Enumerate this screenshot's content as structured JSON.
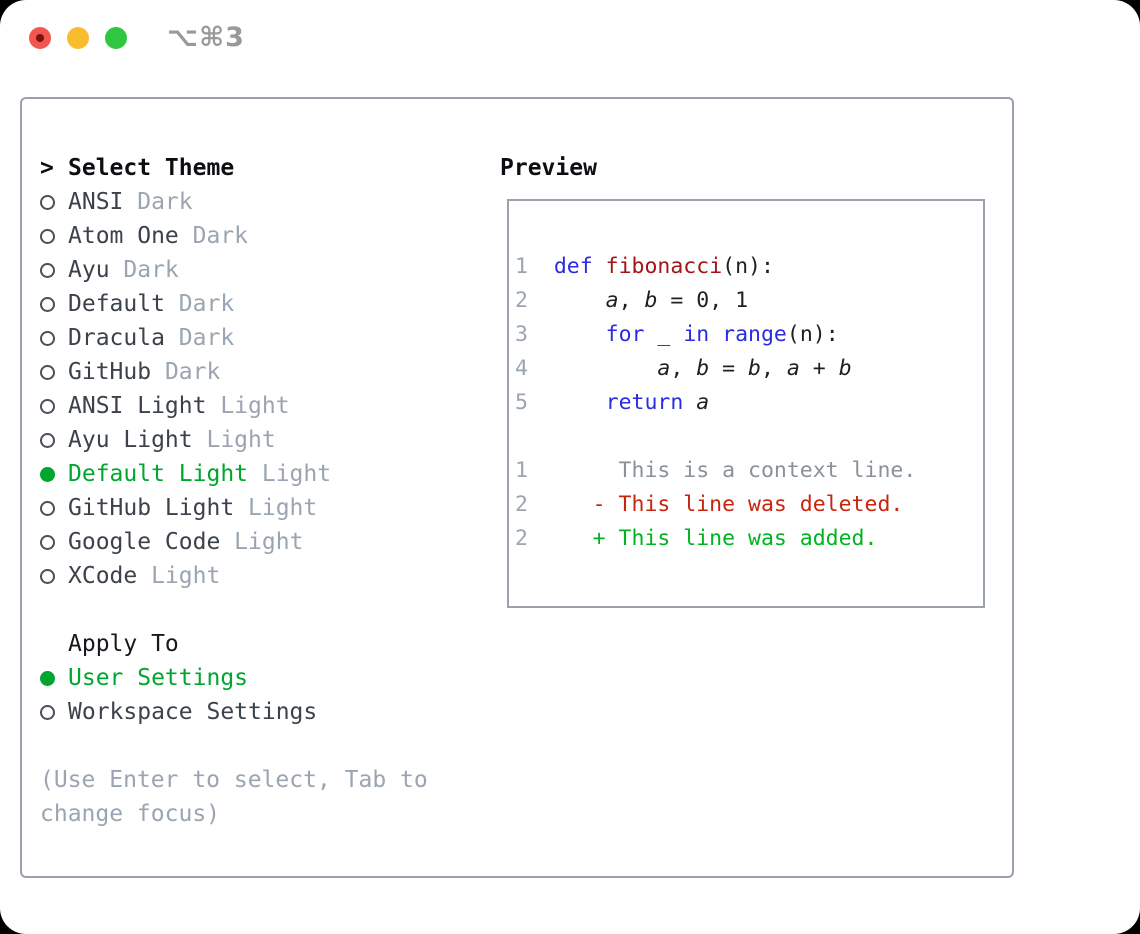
{
  "window": {
    "title": "⌥⌘3",
    "traffic_colors": {
      "close": "#f3564f",
      "minimize": "#f9bc2e",
      "zoom": "#2ec73f"
    }
  },
  "theme_picker": {
    "header": {
      "prompt": ">",
      "label": "Select Theme"
    },
    "items": [
      {
        "name": "ANSI",
        "tag": "Dark",
        "selected": false
      },
      {
        "name": "Atom One",
        "tag": "Dark",
        "selected": false
      },
      {
        "name": "Ayu",
        "tag": "Dark",
        "selected": false
      },
      {
        "name": "Default",
        "tag": "Dark",
        "selected": false
      },
      {
        "name": "Dracula",
        "tag": "Dark",
        "selected": false
      },
      {
        "name": "GitHub",
        "tag": "Dark",
        "selected": false
      },
      {
        "name": "ANSI Light",
        "tag": "Light",
        "selected": false
      },
      {
        "name": "Ayu Light",
        "tag": "Light",
        "selected": false
      },
      {
        "name": "Default Light",
        "tag": "Light",
        "selected": true
      },
      {
        "name": "GitHub Light",
        "tag": "Light",
        "selected": false
      },
      {
        "name": "Google Code",
        "tag": "Light",
        "selected": false
      },
      {
        "name": "XCode",
        "tag": "Light",
        "selected": false
      }
    ],
    "apply_to": {
      "label": "Apply To",
      "options": [
        {
          "name": "User Settings",
          "selected": true
        },
        {
          "name": "Workspace Settings",
          "selected": false
        }
      ]
    },
    "hint_lines": [
      "(Use Enter to select, Tab to",
      "change focus)"
    ],
    "selection_color": "#00a62e"
  },
  "preview": {
    "header": "Preview",
    "colors": {
      "ln": "#9aa5b1",
      "kw": "#2b2be0",
      "fn": "#a31515",
      "pl": "#1c2025",
      "var": "#1c2025",
      "ctx": "#8a9199",
      "del": "#c9250e",
      "add": "#00b320"
    },
    "lines": [
      {
        "tokens": [
          [
            "pl",
            ""
          ]
        ]
      },
      {
        "tokens": [
          [
            "ln",
            "1  "
          ],
          [
            "kw",
            "def"
          ],
          [
            "pl",
            " "
          ],
          [
            "fn",
            "fibonacci"
          ],
          [
            "pl",
            "(n):"
          ]
        ]
      },
      {
        "tokens": [
          [
            "ln",
            "2  "
          ],
          [
            "pl",
            "    "
          ],
          [
            "var",
            "a"
          ],
          [
            "pl",
            ", "
          ],
          [
            "var",
            "b"
          ],
          [
            "pl",
            " = 0, 1"
          ]
        ]
      },
      {
        "tokens": [
          [
            "ln",
            "3  "
          ],
          [
            "pl",
            "    "
          ],
          [
            "kw",
            "for"
          ],
          [
            "pl",
            " _ "
          ],
          [
            "kw",
            "in"
          ],
          [
            "pl",
            " "
          ],
          [
            "kw",
            "range"
          ],
          [
            "pl",
            "(n):"
          ]
        ]
      },
      {
        "tokens": [
          [
            "ln",
            "4  "
          ],
          [
            "pl",
            "        "
          ],
          [
            "var",
            "a"
          ],
          [
            "pl",
            ", "
          ],
          [
            "var",
            "b"
          ],
          [
            "pl",
            " = "
          ],
          [
            "var",
            "b"
          ],
          [
            "pl",
            ", "
          ],
          [
            "var",
            "a"
          ],
          [
            "pl",
            " + "
          ],
          [
            "var",
            "b"
          ]
        ]
      },
      {
        "tokens": [
          [
            "ln",
            "5  "
          ],
          [
            "pl",
            "    "
          ],
          [
            "kw",
            "return"
          ],
          [
            "pl",
            " "
          ],
          [
            "var",
            "a"
          ]
        ]
      },
      {
        "tokens": [
          [
            "pl",
            ""
          ]
        ]
      },
      {
        "tokens": [
          [
            "ln",
            "1"
          ],
          [
            "ctx",
            "       This is a context line."
          ]
        ]
      },
      {
        "tokens": [
          [
            "ln",
            "2"
          ],
          [
            "del",
            "     - This line was deleted."
          ]
        ]
      },
      {
        "tokens": [
          [
            "ln",
            "2"
          ],
          [
            "add",
            "     + This line was added."
          ]
        ]
      }
    ]
  }
}
